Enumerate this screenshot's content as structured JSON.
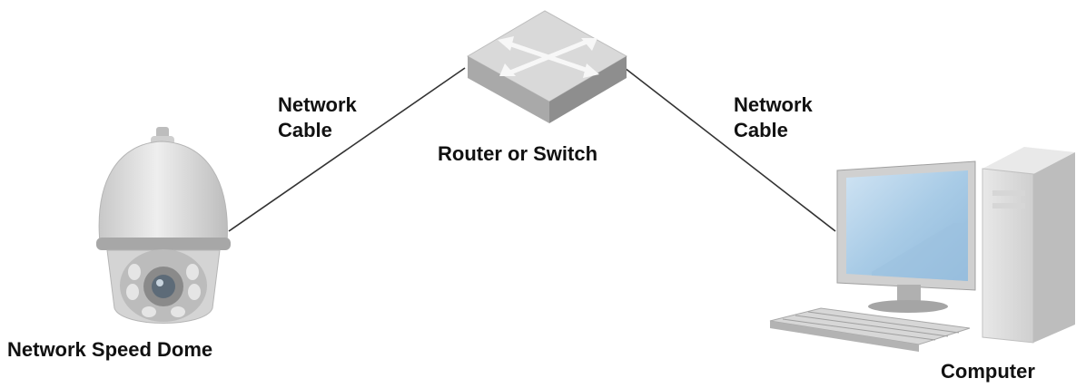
{
  "nodes": {
    "dome": {
      "label": "Network Speed Dome",
      "icon": "speed-dome-camera-icon"
    },
    "router": {
      "label": "Router or Switch",
      "icon": "router-switch-icon"
    },
    "computer": {
      "label": "Computer",
      "icon": "desktop-computer-icon"
    }
  },
  "edges": {
    "left": {
      "label_line1": "Network",
      "label_line2": "Cable"
    },
    "right": {
      "label_line1": "Network",
      "label_line2": "Cable"
    }
  },
  "colors": {
    "cable": "#333333",
    "device_gray": "#c9c9c9",
    "device_dark": "#8a8a8a",
    "screen": "#a8cbe6",
    "text": "#111111"
  }
}
